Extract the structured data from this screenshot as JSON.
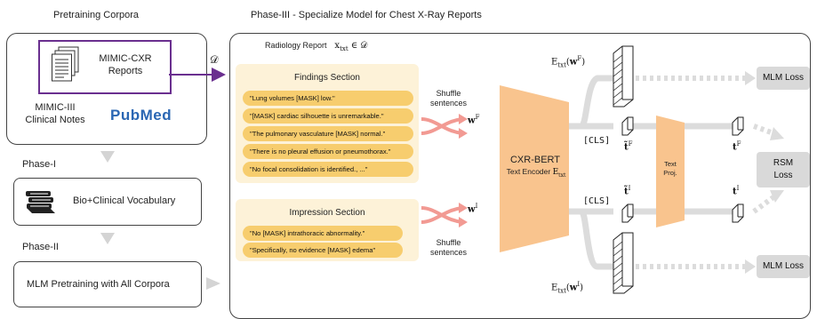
{
  "headers": {
    "pretraining_corpora": "Pretraining Corpora",
    "phase3_title": "Phase-III - Specialize Model for Chest X-Ray Reports"
  },
  "corpora": {
    "mimic_cxr": "MIMIC-CXR\nReports",
    "mimic_iii": "MIMIC-III\nClinical Notes",
    "pubmed_logo": "PubMed",
    "dataset_symbol": "𝒟"
  },
  "phases": {
    "phase1": "Phase-I",
    "vocab": "Bio+Clinical Vocabulary",
    "phase2": "Phase-II",
    "mlm_all": "MLM Pretraining with All Corpora"
  },
  "report": {
    "title": "Radiology Report",
    "findings_title": "Findings Section",
    "findings": [
      "\"Lung volumes [MASK] low.\"",
      "\"[MASK] cardiac silhouette is unremarkable.\"",
      "\"The pulmonary vasculature [MASK] normal.\"",
      "\"There is no pleural effusion or pneumothorax.\"",
      "\"No focal consolidation is identified., ...\""
    ],
    "impression_title": "Impression Section",
    "impression": [
      "\"No [MASK] intrathoracic abnormality.\"",
      "\"Specifically, no evidence [MASK] edema\""
    ]
  },
  "shuffle": {
    "top": "Shuffle\nsentences",
    "bottom": "Shuffle\nsentences"
  },
  "model": {
    "name": "CXR-BERT",
    "subtitle": "Text Encoder",
    "proj": "Text\nProj."
  },
  "tokens": {
    "cls": "[CLS]"
  },
  "losses": {
    "mlm_top": "MLM Loss",
    "rsm": "RSM\nLoss",
    "mlm_bottom": "MLM Loss"
  },
  "colors": {
    "panel_fill": "#fdf2d8",
    "sentence": "#f7cd6e",
    "encoder": "#f9c48e",
    "shuffle_arrow": "#f29a93",
    "mimic_border": "#6a2f8f",
    "loss_box": "#d9d9d9",
    "pubmed_blue": "#2a66b3"
  }
}
